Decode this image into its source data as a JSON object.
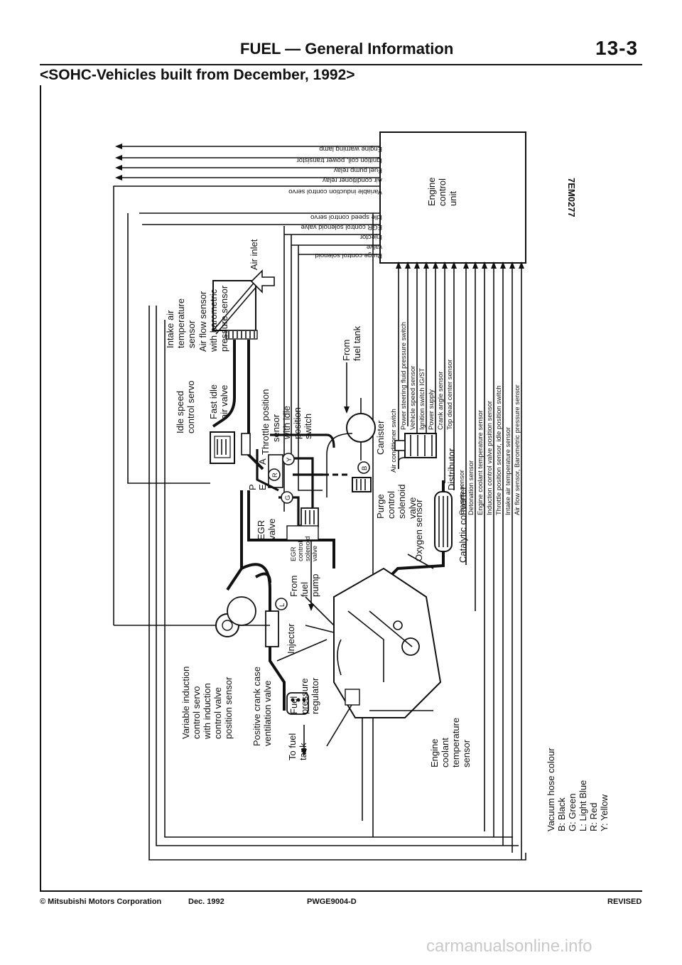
{
  "header": {
    "title": "FUEL — General Information",
    "page_number": "13-3",
    "subtitle": "<SOHC-Vehicles built from December, 1992>"
  },
  "ecu": {
    "label_lines": [
      "Engine",
      "control",
      "unit"
    ],
    "outputs": [
      "Engine warning lamp",
      "Ignition coil, power transistor",
      "Fuel pump relay",
      "Air conditioner relay",
      "Variable induction control servo",
      "Idle speed control servo",
      "EGR control solenoid valve",
      "Injector",
      "Purge control solenoid",
      "valve"
    ],
    "inputs_group1": [
      "Air conditioner switch",
      "Power steering fluid pressure switch",
      "Vehicle speed sensor",
      "Ignition switch IG/ST",
      "Power supply",
      "Crank angle sensor",
      "Top dead center sensor"
    ],
    "inputs_group2": [
      "Oxygen sensor",
      "Detonation sensor",
      "Engine coolant temperature sensor",
      "Induction control valve position sensor",
      "Throttle position sensor, idle position switch",
      "Intake air temperature sensor",
      "Air flow sensor, Barometric pressure sensor"
    ]
  },
  "components": {
    "intake_air_temp": [
      "Intake air",
      "temperature",
      "sensor"
    ],
    "air_flow_sensor": [
      "Air flow sensor",
      "with barometric",
      "pressure sensor"
    ],
    "air_inlet": "Air inlet",
    "idle_speed_servo": [
      "Idle speed",
      "control servo"
    ],
    "fast_idle": [
      "Fast idle",
      "air valve"
    ],
    "throttle_position": [
      "Throttle position",
      "sensor",
      "with idle",
      "position",
      "switch"
    ],
    "egr_valve": [
      "EGR",
      "valve"
    ],
    "egr_solenoid": [
      "EGR",
      "control",
      "solenoid",
      "valve"
    ],
    "from_fuel_pump": [
      "From",
      "fuel",
      "pump"
    ],
    "from_fuel_tank": [
      "From",
      "fuel tank"
    ],
    "canister": "Canister",
    "purge_solenoid": [
      "Purge",
      "control",
      "solenoid",
      "valve"
    ],
    "distributor": "Distributor",
    "oxygen_sensor": "Oxygen sensor",
    "catalytic_converter": "Catalytic converter",
    "injector": "Injector",
    "fuel_pressure_regulator": [
      "Fuel",
      "pressure",
      "regulator"
    ],
    "to_fuel_tank": [
      "To fuel",
      "tank"
    ],
    "pcv_valve": [
      "Positive crank case",
      "ventilation valve"
    ],
    "variable_induction": [
      "Variable induction",
      "control servo",
      "with induction",
      "control valve",
      "position sensor"
    ],
    "coolant_temp": [
      "Engine",
      "coolant",
      "temperature",
      "sensor"
    ]
  },
  "port_letters": {
    "p": "P",
    "e": "E",
    "a": "A",
    "r": "R",
    "y": "Y",
    "g": "G",
    "b": "B",
    "l": "L"
  },
  "legend": {
    "title": "Vacuum hose colour",
    "items": [
      "B: Black",
      "G: Green",
      "L: Light Blue",
      "R: Red",
      "Y: Yellow"
    ]
  },
  "figure_code": "7EM0277",
  "footer": {
    "copyright": "© Mitsubishi Motors Corporation",
    "date": "Dec. 1992",
    "doc_id": "PWGE9004-D",
    "status": "REVISED"
  },
  "watermark": "carmanualsonline.info"
}
